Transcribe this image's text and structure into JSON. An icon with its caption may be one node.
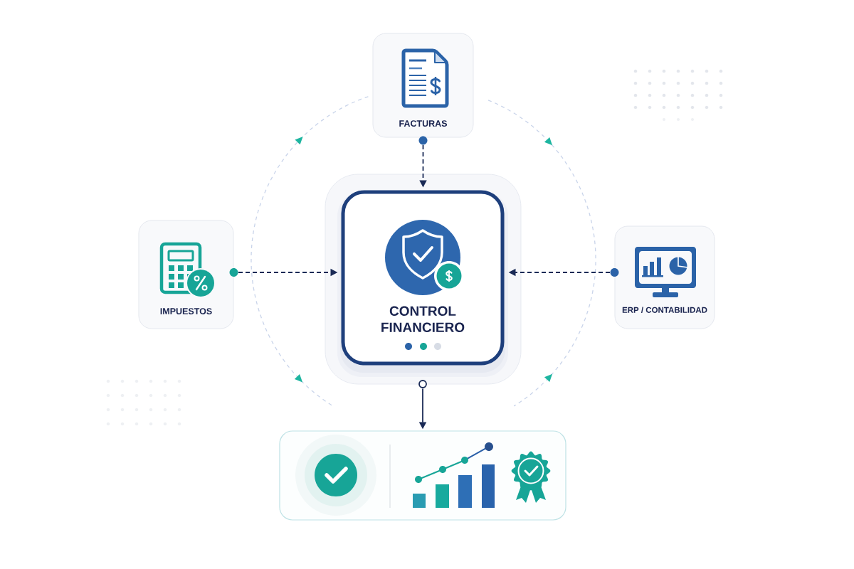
{
  "diagram": {
    "nodes": [
      {
        "text": [
          "FACTURAS"
        ]
      },
      {
        "text": [
          "IMPUESTOS"
        ]
      },
      {
        "text": [
          "CONTROL FINANCIERO"
        ]
      },
      {
        "text": [
          "ERP / CONTABILIDAD"
        ]
      },
      {
        "text": [],
        "shape": "box"
      }
    ],
    "edges": [
      {
        "from": 0,
        "to": 2,
        "arrow": "to",
        "style": "dashed"
      },
      {
        "from": 1,
        "to": 2,
        "arrow": "to",
        "style": "dashed"
      },
      {
        "from": 3,
        "to": 2,
        "arrow": "to",
        "style": "dashed"
      },
      {
        "from": 2,
        "to": 4,
        "arrow": "to"
      }
    ]
  }
}
